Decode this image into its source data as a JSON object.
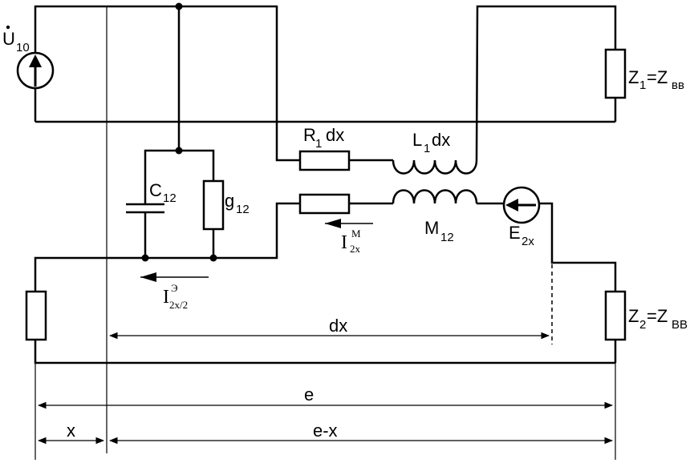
{
  "labels": {
    "source_u10": "U",
    "source_u10_sub": "10",
    "z1_main": "Z",
    "z1_sub1": "1",
    "z1_eq": "=Z",
    "z1_sub2": "вв",
    "r1_main": "R",
    "r1_sub": "1",
    "r1_dx": "dx",
    "l1_main": "L",
    "l1_sub": "1",
    "l1_dx": "dx",
    "c12_main": "C",
    "c12_sub": "12",
    "g12_main": "g",
    "g12_sub": "12",
    "m12_main": "M",
    "m12_sub": "12",
    "e2x_main": "E",
    "e2x_sub": "2x",
    "im_main": "I",
    "im_sup": "М",
    "im_sub": "2x",
    "ie_main": "I",
    "ie_sup": "Э",
    "ie_sub": "2x/2",
    "z2_main": "Z",
    "z2_sub1": "2",
    "z2_eq": "=Z",
    "z2_sub2": "ВВ",
    "dim_dx": "dx",
    "dim_e": "e",
    "dim_x": "x",
    "dim_ex": "e-x"
  }
}
